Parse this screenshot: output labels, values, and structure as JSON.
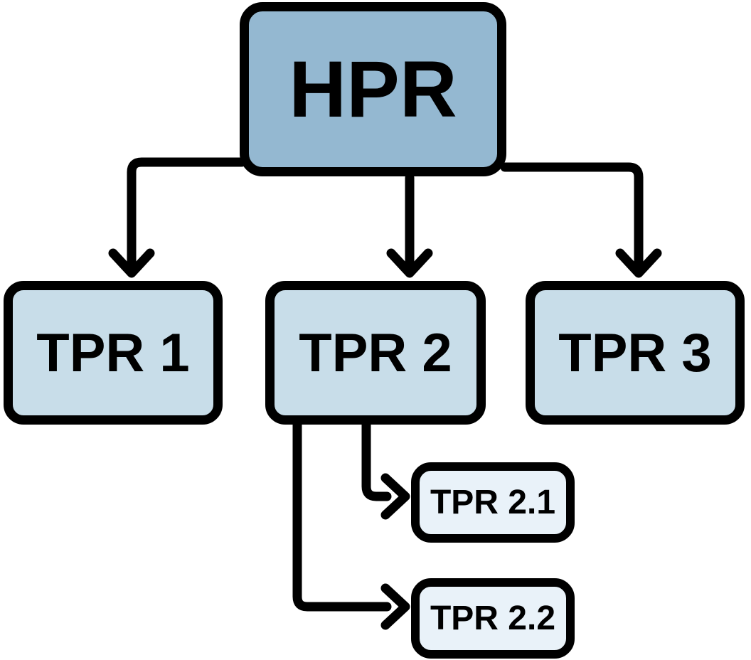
{
  "diagram": {
    "type": "hierarchy-flowchart",
    "colors": {
      "root_fill": "#94b8d1",
      "level2_fill": "#c8dde9",
      "level3_fill": "#e9f2f9",
      "connector": "#000000",
      "border": "#000000",
      "text": "#000000",
      "background": "#ffffff"
    },
    "nodes": {
      "hpr": {
        "label": "HPR",
        "level": 1,
        "fill": "#94b8d1"
      },
      "tpr1": {
        "label": "TPR 1",
        "level": 2,
        "fill": "#c8dde9"
      },
      "tpr2": {
        "label": "TPR 2",
        "level": 2,
        "fill": "#c8dde9"
      },
      "tpr3": {
        "label": "TPR 3",
        "level": 2,
        "fill": "#c8dde9"
      },
      "tpr21": {
        "label": "TPR 2.1",
        "level": 3,
        "fill": "#e9f2f9"
      },
      "tpr22": {
        "label": "TPR 2.2",
        "level": 3,
        "fill": "#e9f2f9"
      }
    },
    "edges": [
      {
        "from": "HPR",
        "to": "TPR 1",
        "style": "elbow-arrow-down"
      },
      {
        "from": "HPR",
        "to": "TPR 2",
        "style": "straight-arrow-down"
      },
      {
        "from": "HPR",
        "to": "TPR 3",
        "style": "elbow-arrow-down"
      },
      {
        "from": "TPR 2",
        "to": "TPR 2.1",
        "style": "elbow-arrow-right"
      },
      {
        "from": "TPR 2",
        "to": "TPR 2.2",
        "style": "elbow-arrow-right"
      }
    ]
  }
}
